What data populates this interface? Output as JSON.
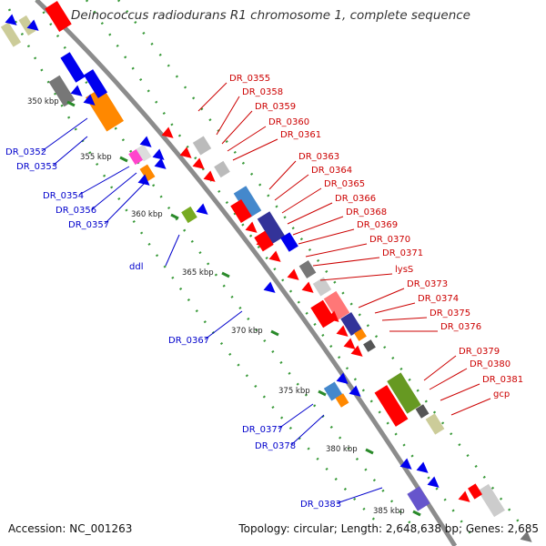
{
  "title": "Deinococcus radiodurans R1 chromosome 1, complete sequence",
  "accession": "Accession: NC_001263",
  "summary": "Topology: circular; Length: 2,648,638 bp; Genes: 2,685",
  "colors": {
    "backbone": "#888888",
    "reverse_strand_label": "#0000cc",
    "forward_strand_label": "#cc0000",
    "tick": "#2a8a2a"
  },
  "scale_labels": [
    "350 kbp",
    "355 kbp",
    "360 kbp",
    "365 kbp",
    "370 kbp",
    "375 kbp",
    "380 kbp",
    "385 kbp"
  ],
  "left_gene_labels": [
    "DR_0352",
    "DR_0353",
    "DR_0354",
    "DR_0356",
    "DR_0357",
    "ddl",
    "DR_0367",
    "DR_0377",
    "DR_0378",
    "DR_0383"
  ],
  "right_gene_labels": [
    "DR_0355",
    "DR_0358",
    "DR_0359",
    "DR_0360",
    "DR_0361",
    "DR_0363",
    "DR_0364",
    "DR_0365",
    "DR_0366",
    "DR_0368",
    "DR_0369",
    "DR_0370",
    "DR_0371",
    "lysS",
    "DR_0373",
    "DR_0374",
    "DR_0375",
    "DR_0376",
    "DR_0379",
    "DR_0380",
    "DR_0381",
    "gcp"
  ]
}
